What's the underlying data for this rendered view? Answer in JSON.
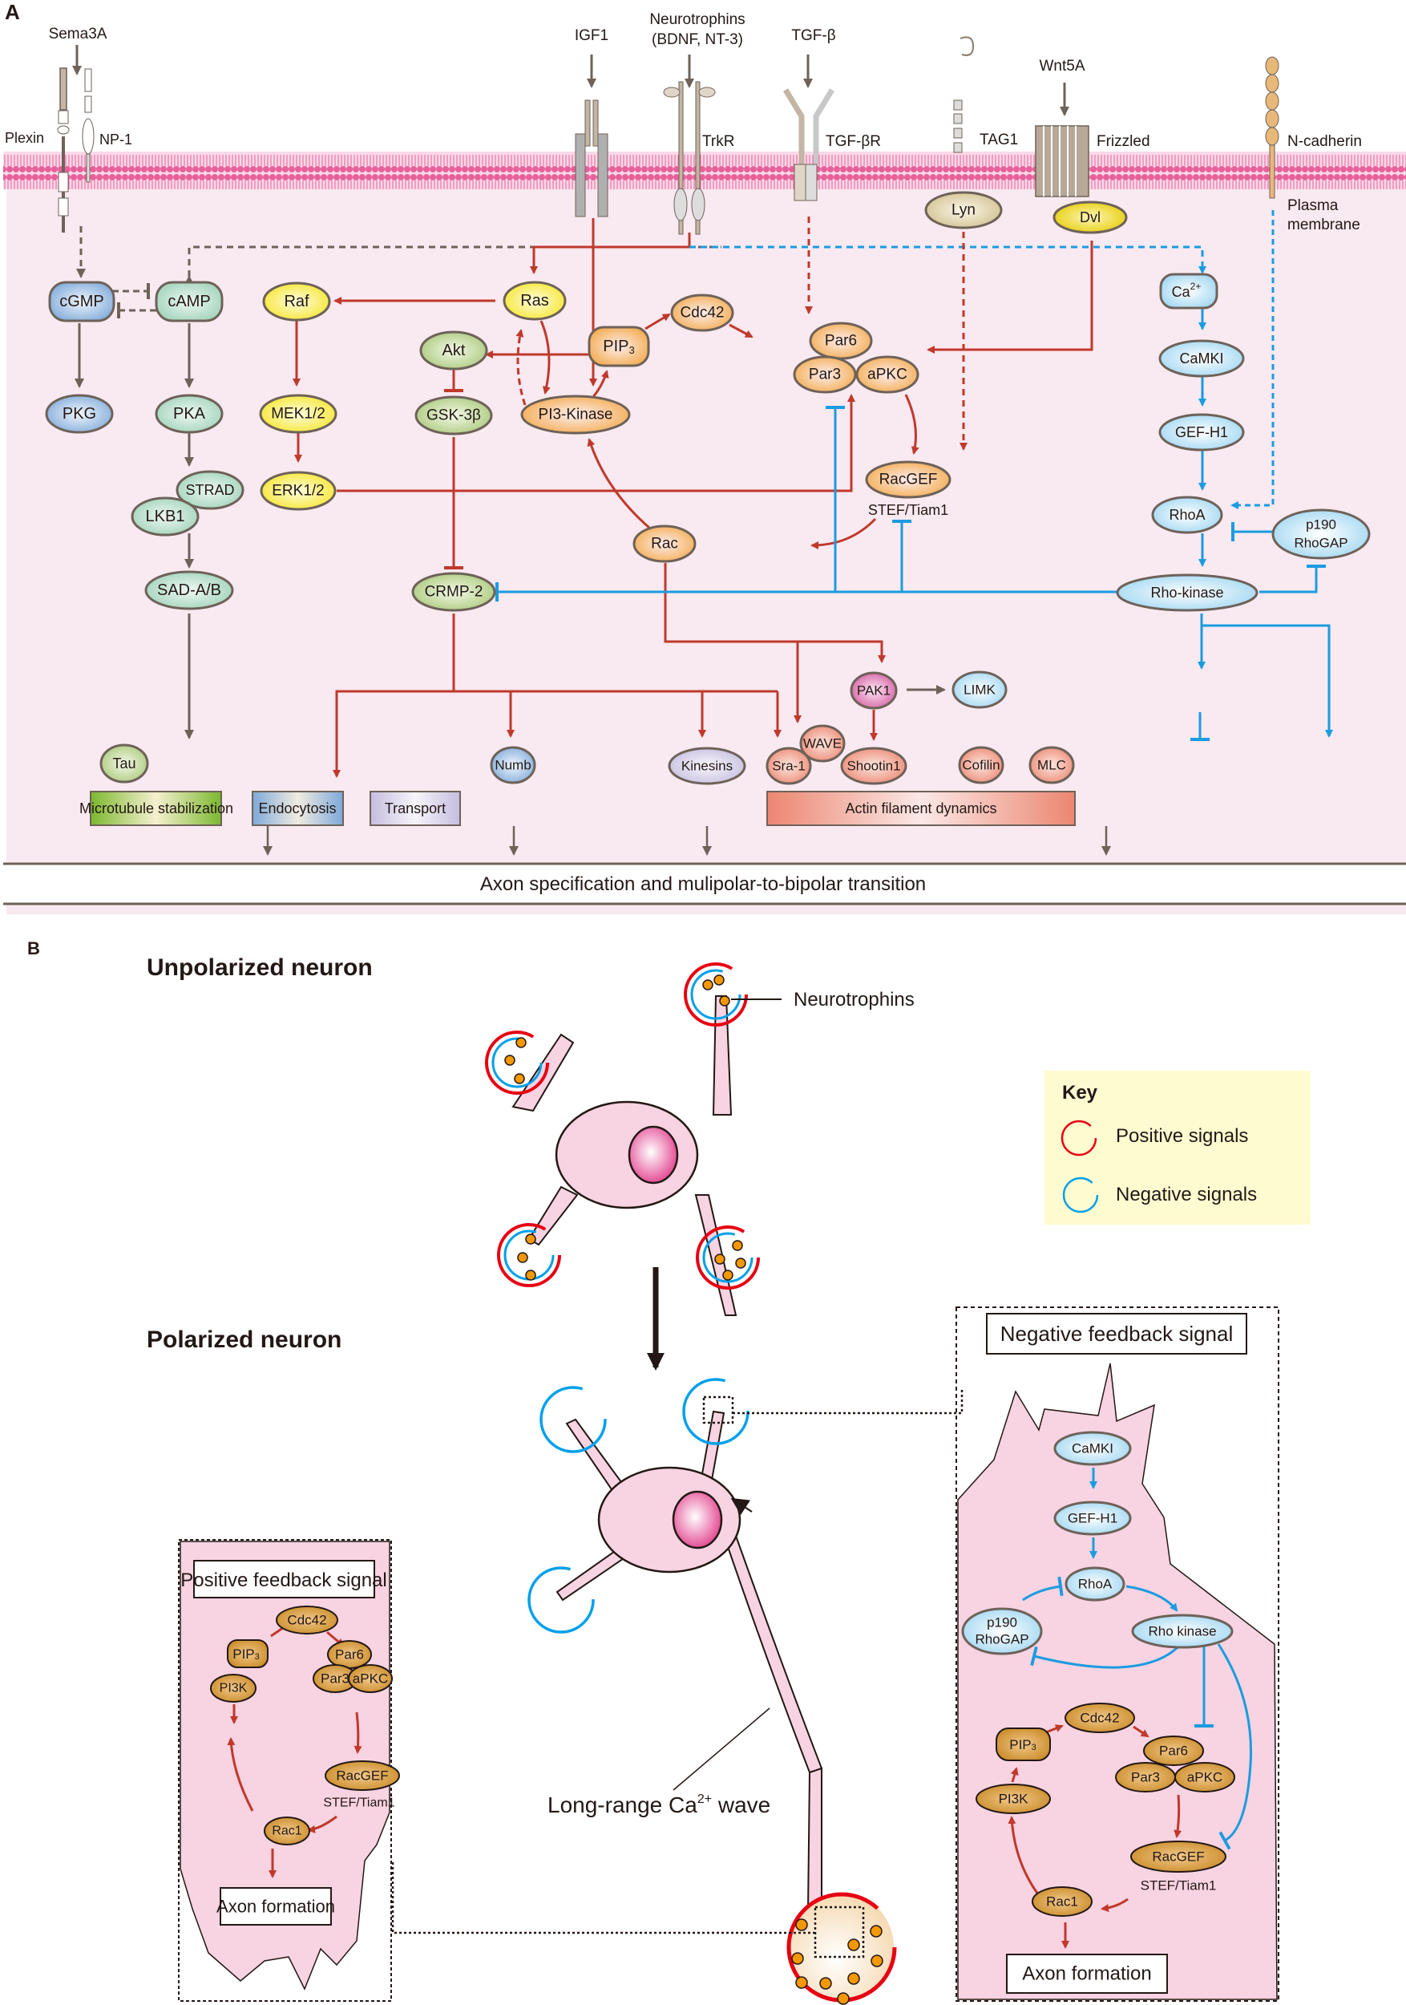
{
  "panel_a": {
    "panel_label": "A",
    "ligands": {
      "sema3a": "Sema3A",
      "igf1": "IGF1",
      "neurotrophins_line1": "Neurotrophins",
      "neurotrophins_line2": "(BDNF, NT-3)",
      "tgfb": "TGF-β",
      "wnt5a": "Wnt5A"
    },
    "receptors": {
      "plexin": "Plexin",
      "np1": "NP-1",
      "trkr": "TrkR",
      "tgfbr": "TGF-βR",
      "tag1": "TAG1",
      "frizzled": "Frizzled",
      "ncadherin": "N-cadherin",
      "plasma_membrane_line1": "Plasma",
      "plasma_membrane_line2": "membrane"
    },
    "nodes": {
      "cgmp": "cGMP",
      "camp": "cAMP",
      "pkg": "PKG",
      "pka": "PKA",
      "strad": "STRAD",
      "lkb1": "LKB1",
      "sad": "SAD-A/B",
      "tau": "Tau",
      "raf": "Raf",
      "mek": "MEK1/2",
      "erk": "ERK1/2",
      "ras": "Ras",
      "akt": "Akt",
      "gsk": "GSK-3β",
      "pi3k": "PI3-Kinase",
      "pip3": "PIP",
      "pip3_sub": "3",
      "cdc42": "Cdc42",
      "par6": "Par6",
      "par3": "Par3",
      "apkc": "aPKC",
      "racgef": "RacGEF",
      "stef": "STEF/Tiam1",
      "rac": "Rac",
      "crmp2": "CRMP-2",
      "lyn": "Lyn",
      "dvl": "Dvl",
      "ca": "Ca",
      "ca_sup": "2+",
      "camki": "CaMKI",
      "gefh1": "GEF-H1",
      "rhoa": "RhoA",
      "p190_line1": "p190",
      "p190_line2": "RhoGAP",
      "rhokinase": "Rho-kinase",
      "pak1": "PAK1",
      "limk": "LIMK",
      "numb": "Numb",
      "kinesins": "Kinesins",
      "sra1": "Sra-1",
      "wave": "WAVE",
      "shootin1": "Shootin1",
      "cofilin": "Cofilin",
      "mlc": "MLC"
    },
    "outcomes": {
      "microtubule": "Microtubule stabilization",
      "endocytosis": "Endocytosis",
      "transport": "Transport",
      "actin": "Actin filament dynamics"
    },
    "bottom_banner": "Axon specification and mulipolar-to-bipolar transition"
  },
  "panel_b": {
    "panel_label": "B",
    "unpolarized_title": "Unpolarized neuron",
    "polarized_title": "Polarized neuron",
    "neurotrophins_label": "Neurotrophins",
    "key": {
      "title": "Key",
      "positive": "Positive signals",
      "negative": "Negative signals",
      "positive_color": "#e60012",
      "negative_color": "#00a0e9"
    },
    "calcium_wave": {
      "prefix": "Long-range Ca",
      "sup": "2+",
      "suffix": " wave"
    },
    "positive_box": {
      "title": "Positive feedback signal",
      "nodes": {
        "cdc42": "Cdc42",
        "pip3": "PIP",
        "pip3_sub": "3",
        "par6": "Par6",
        "par3": "Par3",
        "apkc": "aPKC",
        "pi3k": "PI3K",
        "racgef": "RacGEF",
        "stef": "STEF/Tiam1",
        "rac1": "Rac1"
      },
      "outcome": "Axon formation"
    },
    "negative_box": {
      "title": "Negative feedback signal",
      "nodes": {
        "camki": "CaMKI",
        "gefh1": "GEF-H1",
        "rhoa": "RhoA",
        "p190_line1": "p190",
        "p190_line2": "RhoGAP",
        "rhokinase": "Rho kinase",
        "cdc42": "Cdc42",
        "pip3": "PIP",
        "pip3_sub": "3",
        "par6": "Par6",
        "par3": "Par3",
        "apkc": "aPKC",
        "pi3k": "PI3K",
        "racgef": "RacGEF",
        "stef": "STEF/Tiam1",
        "rac1": "Rac1"
      },
      "outcome": "Axon formation"
    }
  },
  "colors": {
    "activation_red": "#c0392b",
    "inhibition_blue": "#1a9ce0",
    "neutral_brown": "#6e6259",
    "membrane_pink": "#e8609a",
    "cytoplasm_pink": "#f9e9f1"
  }
}
